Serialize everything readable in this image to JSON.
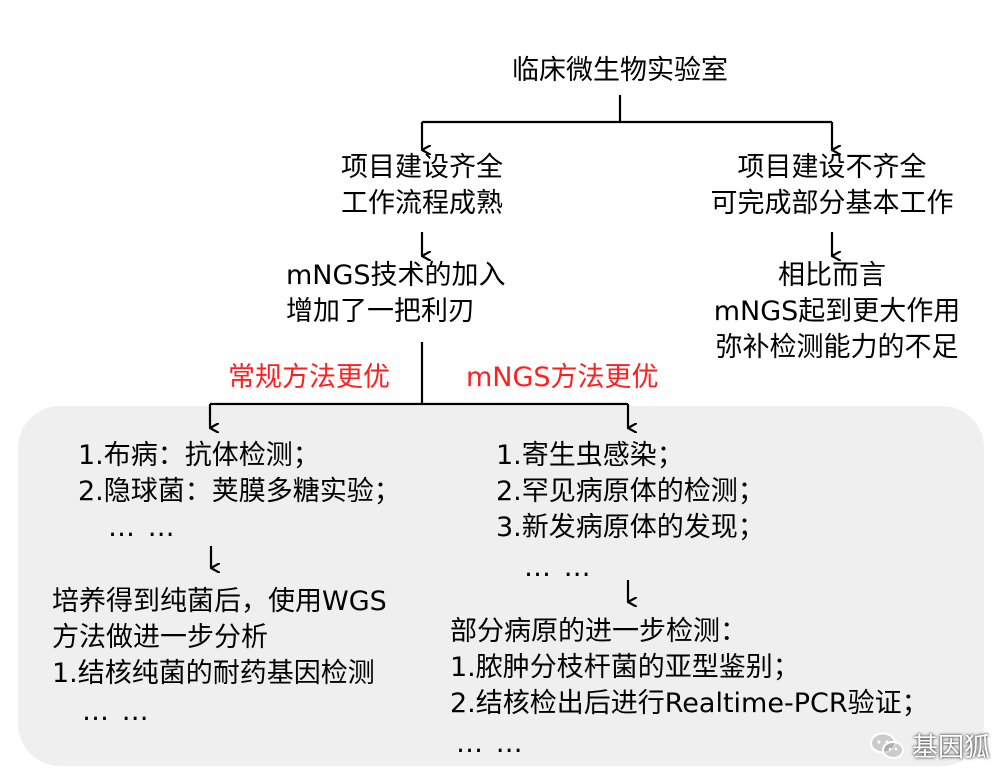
{
  "root": {
    "title": "临床微生物实验室"
  },
  "left_branch": {
    "status": [
      "项目建设齐全",
      "工作流程成熟"
    ],
    "mngs": [
      "mNGS技术的加入",
      "增加了一把利刃"
    ]
  },
  "right_branch": {
    "status": [
      "项目建设不齐全",
      "可完成部分基本工作"
    ],
    "mngs": [
      "相比而言",
      "mNGS起到更大作用",
      "弥补检测能力的不足"
    ]
  },
  "labels": {
    "conventional_better": "常规方法更优",
    "mngs_better": "mNGS方法更优"
  },
  "conventional": {
    "items": [
      "1.布病：抗体检测；",
      "2.隐球菌：荚膜多糖实验；"
    ],
    "ellipsis": "… …",
    "wgs": [
      "培养得到纯菌后，使用WGS",
      "方法做进一步分析",
      "1.结核纯菌的耐药基因检测"
    ],
    "ellipsis2": "… …"
  },
  "mngs_side": {
    "items": [
      "1.寄生虫感染；",
      "2.罕见病原体的检测；",
      "3.新发病原体的发现；"
    ],
    "ellipsis": "… …",
    "further": [
      "部分病原的进一步检测：",
      "1.脓肿分枝杆菌的亚型鉴别；",
      "2.结核检出后进行Realtime-PCR验证；"
    ],
    "ellipsis2": "… …"
  },
  "watermark": {
    "text": "基因狐",
    "icon": "wechat-icon"
  },
  "colors": {
    "accent_red": "#ff1f1f",
    "panel_bg": "#efefef"
  }
}
